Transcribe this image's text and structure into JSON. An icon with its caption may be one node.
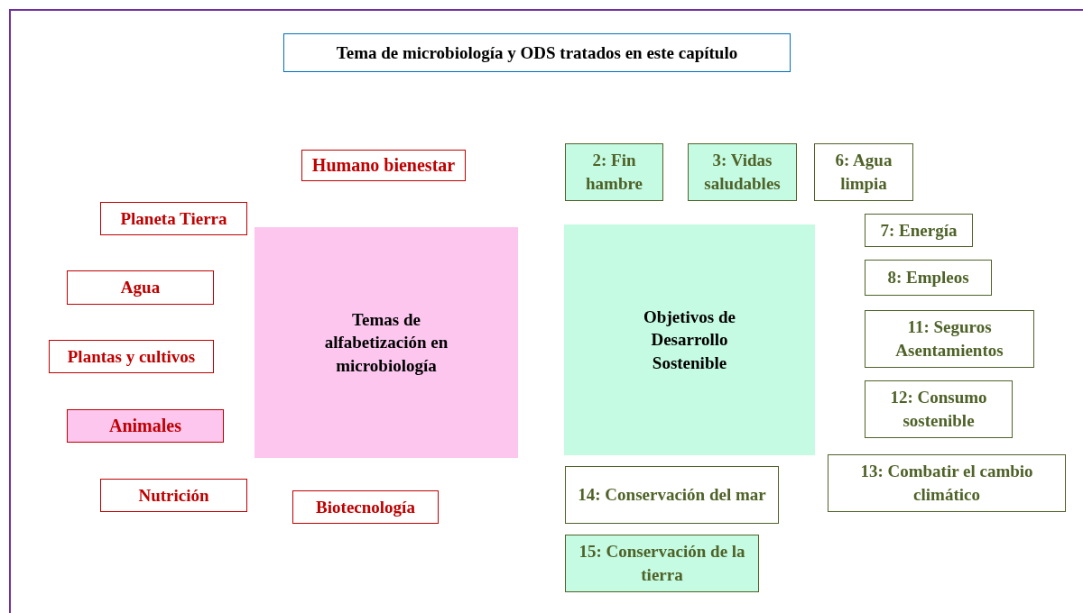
{
  "diagram": {
    "nodes": [
      {
        "text": [
          "Tema de microbiología y ODS tratados en este capítulo"
        ]
      },
      {
        "text": [
          "Humano bienestar"
        ]
      },
      {
        "text": [
          "Planeta Tierra"
        ]
      },
      {
        "text": [
          "Agua"
        ]
      },
      {
        "text": [
          "Plantas y cultivos"
        ]
      },
      {
        "text": [
          "Animales"
        ]
      },
      {
        "text": [
          "Nutrición"
        ]
      },
      {
        "text": [
          "Biotecnología"
        ]
      },
      {
        "text": [
          "Temas de alfabetización en microbiología"
        ]
      },
      {
        "text": [
          "Objetivos de Desarrollo Sostenible"
        ]
      },
      {
        "text": [
          "2: Fin hambre"
        ]
      },
      {
        "text": [
          "3: Vidas saludables"
        ]
      },
      {
        "text": [
          "6: Agua limpia"
        ]
      },
      {
        "text": [
          "7: Energía"
        ]
      },
      {
        "text": [
          "8: Empleos"
        ]
      },
      {
        "text": [
          "11: Seguros Asentamientos"
        ]
      },
      {
        "text": [
          "12: Consumo sostenible"
        ]
      },
      {
        "text": [
          "13: Combatir el cambio climático"
        ]
      },
      {
        "text": [
          "14: Conservación del mar"
        ]
      },
      {
        "text": [
          "15: Conservación de la tierra"
        ]
      }
    ],
    "edges": []
  }
}
